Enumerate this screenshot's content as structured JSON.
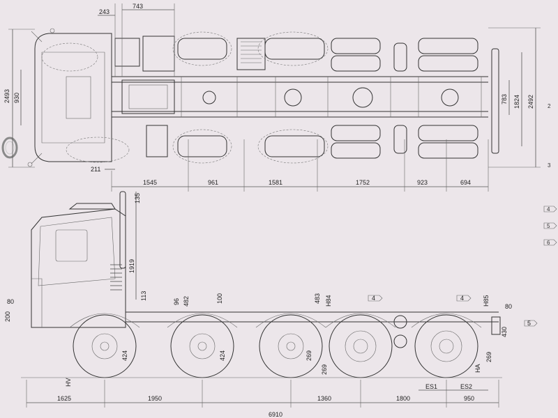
{
  "colors": {
    "paper": "#ece6ea",
    "ink": "#333333"
  },
  "top_view": {
    "dims_top": [
      "243",
      "743"
    ],
    "dims_left": [
      "2493",
      "930"
    ],
    "dims_right": [
      "783",
      "1824",
      "2492"
    ],
    "dim_211": "211",
    "dims_bottom": [
      "1545",
      "961",
      "1581",
      "1752",
      "923",
      "694"
    ]
  },
  "side_view": {
    "dims_vertical": [
      "135",
      "1919",
      "113",
      "96",
      "482",
      "100",
      "483",
      "H84",
      "H85",
      "424",
      "424",
      "269",
      "269",
      "200",
      "80",
      "80",
      "430",
      "269",
      "HA",
      "HV"
    ],
    "dims_bottom": [
      "1625",
      "1950",
      "1360",
      "1800",
      "950"
    ],
    "dims_es": [
      "ES1",
      "ES2"
    ],
    "total_length": "6910",
    "callouts": [
      "4",
      "4",
      "5"
    ]
  },
  "margin": {
    "numbers": [
      "2",
      "3"
    ],
    "callouts": [
      "4",
      "5",
      "6"
    ]
  }
}
